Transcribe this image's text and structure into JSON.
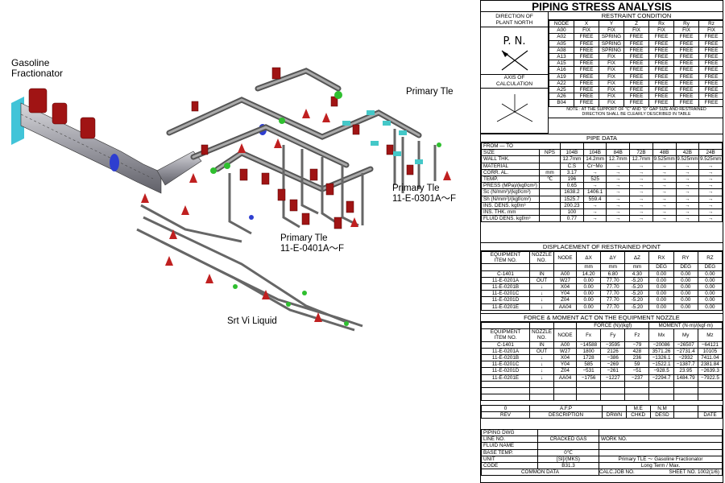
{
  "drawing": {
    "labels": {
      "gasoline": "Gasoline\nFractionator",
      "primary1": "Primary Tle",
      "primary2": "Primary Tle\n11-E-0301A～F",
      "primary3": "Primary Tle\n11-E-0401A～F",
      "srt": "Srt Vi Liquid"
    }
  },
  "sheet": {
    "title": "PIPING STRESS ANALYSIS",
    "direction_label": "DIRECTION OF\nPLANT NORTH",
    "pn": "P. N.",
    "axis_label": "AXIS OF\nCALCULATION",
    "restraint": {
      "title": "RESTRAINT CONDITION",
      "headers": [
        "NODE",
        "X",
        "Y",
        "Z",
        "Rx",
        "Ry",
        "Rz"
      ],
      "rows": [
        [
          "A00",
          "FIX",
          "FIX",
          "FIX",
          "FIX",
          "FIX",
          "FIX"
        ],
        [
          "A02",
          "FREE",
          "SPRING",
          "FREE",
          "FREE",
          "FREE",
          "FREE"
        ],
        [
          "A05",
          "FREE",
          "SPRING",
          "FREE",
          "FREE",
          "FREE",
          "FREE"
        ],
        [
          "A08",
          "FREE",
          "SPRING",
          "FREE",
          "FREE",
          "FREE",
          "FREE"
        ],
        [
          "A13",
          "FREE",
          "FIX",
          "FREE",
          "FREE",
          "FREE",
          "FREE"
        ],
        [
          "A15",
          "FREE",
          "FIX",
          "FREE",
          "FREE",
          "FREE",
          "FREE"
        ],
        [
          "A16",
          "FREE",
          "FIX",
          "FREE",
          "FREE",
          "FREE",
          "FREE"
        ],
        [
          "A19",
          "FREE",
          "FIX",
          "FREE",
          "FREE",
          "FREE",
          "FREE"
        ],
        [
          "A22",
          "FREE",
          "FIX",
          "FREE",
          "FREE",
          "FREE",
          "FREE"
        ],
        [
          "A25",
          "FREE",
          "FIX",
          "FREE",
          "FREE",
          "FREE",
          "FREE"
        ],
        [
          "A26",
          "FREE",
          "FIX",
          "FREE",
          "FREE",
          "FREE",
          "FREE"
        ],
        [
          "B04",
          "FREE",
          "FIX",
          "FREE",
          "FREE",
          "FREE",
          "FREE"
        ]
      ],
      "note": "NOTE : AT THE SUPPORT OF \"C\" AND \"D\" GAP SIZE AND RESTRAINED\nDIRECTION SHALL BE CLEARLY DESCRIBED IN TABLE"
    },
    "pipe": {
      "title": "PIPE DATA",
      "from_to": "FROM  —  TO",
      "rows": [
        [
          "SIZE",
          "NPS",
          "104B",
          "104B",
          "84B",
          "72B",
          "48B",
          "42B",
          "24B"
        ],
        [
          "WALL THK.",
          "",
          "12.7mm",
          "14.2mm",
          "12.7mm",
          "12.7mm",
          "9.525mm",
          "9.525mm",
          "9.525mm"
        ],
        [
          "MATERIAL",
          "",
          "C.S",
          "Cr−Mo",
          "→",
          "→",
          "→",
          "→",
          "→"
        ],
        [
          "CORR. AL.",
          "mm",
          "3.17",
          "→",
          "→",
          "→",
          "→",
          "→",
          "→"
        ],
        [
          "TEMP.",
          "℃",
          "196",
          "525",
          "→",
          "→",
          "→",
          "→",
          "→"
        ],
        [
          "PRESS (MPa)/(kgf/cm²)",
          "",
          "0.65",
          "→",
          "→",
          "→",
          "→",
          "→",
          "→"
        ],
        [
          "Sc (N/mm²)/(kgf/cm²)",
          "",
          "1638.2",
          "1406.1",
          "→",
          "→",
          "→",
          "→",
          "→"
        ],
        [
          "Sh (N/mm²)/(kgf/cm²)",
          "",
          "1525.7",
          "559.4",
          "→",
          "→",
          "→",
          "→",
          "→"
        ],
        [
          "INS. DENS. kgf/m³",
          "",
          "200.23",
          "→",
          "→",
          "→",
          "→",
          "→",
          "→"
        ],
        [
          "INS. THK. mm",
          "",
          "100",
          "→",
          "→",
          "→",
          "→",
          "→",
          "→"
        ],
        [
          "FLUID DENS. kgf/m³",
          "",
          "0.77",
          "→",
          "→",
          "→",
          "→",
          "→",
          "→"
        ]
      ]
    },
    "disp": {
      "title": "DISPLACEMENT OF RESTRAINED POINT",
      "h1": [
        "EQUIPMENT\nITEM NO.",
        "NOZZLE\nNO.",
        "NODE",
        "ΔX",
        "ΔY",
        "ΔZ",
        "RX",
        "RY",
        "RZ"
      ],
      "units": [
        "mm",
        "mm",
        "mm",
        "DEG",
        "DEG",
        "DEG"
      ],
      "rows": [
        [
          "C-1401",
          "IN",
          "A00",
          "14.20",
          "6.80",
          "4.30",
          "0.00",
          "0.00",
          "0.00"
        ],
        [
          "11-E-0201A",
          "OUT",
          "W27",
          "0.00",
          "77.70",
          "-5.20",
          "0.00",
          "0.00",
          "0.00"
        ],
        [
          "11-E-0201B",
          "↓",
          "X04",
          "0.00",
          "77.70",
          "-5.20",
          "0.00",
          "0.00",
          "0.00"
        ],
        [
          "11-E-0201C",
          "↓",
          "Y04",
          "0.00",
          "77.70",
          "-5.20",
          "0.00",
          "0.00",
          "0.00"
        ],
        [
          "11-E-0201D",
          "↓",
          "Z04",
          "0.00",
          "77.70",
          "-5.20",
          "0.00",
          "0.00",
          "0.00"
        ],
        [
          "11-E-0201E",
          "↓",
          "AA04",
          "0.00",
          "77.70",
          "-5.20",
          "0.00",
          "0.00",
          "0.00"
        ]
      ]
    },
    "force": {
      "title": "FORCE & MOMENT ACT ON THE EQUIPMENT NOZZLE",
      "force_hdr": "FORCE (N)/(kgf)",
      "moment_hdr": "MOMENT (N·m)/(kgf·m)",
      "h": [
        "EQUIPMENT\nITEM NO.",
        "NOZZLE\nNO.",
        "NODE",
        "Fx",
        "Fy",
        "Fz",
        "Mx",
        "My",
        "Mz"
      ],
      "rows": [
        [
          "C-1401",
          "IN",
          "A00",
          "−14588",
          "−3595",
          "−79",
          "−20086",
          "−26507",
          "−64121"
        ],
        [
          "11-E-0201A",
          "OUT",
          "W27",
          "1800",
          "2126",
          "428",
          "3571.26",
          "−2731.4",
          "10105"
        ],
        [
          "11-E-0201B",
          "↓",
          "X04",
          "1728",
          "−386",
          "236",
          "−1326.1",
          "−2932",
          "7411.04"
        ],
        [
          "11-E-0201C",
          "↓",
          "Y04",
          "585",
          "−269",
          "59",
          "−1522.1",
          "−1387.7",
          "2381.84"
        ],
        [
          "11-E-0201D",
          "↓",
          "Z04",
          "−531",
          "−261",
          "−51",
          "−928.5",
          "23.95",
          "−2639.3"
        ],
        [
          "11-E-0201E",
          "↓",
          "AA04",
          "−1756",
          "−1227",
          "−237",
          "−2294.7",
          "1484.79",
          "−7922.5"
        ]
      ]
    },
    "rev": {
      "row": [
        "0",
        "A.F.P",
        "",
        "M.E",
        "N.M",
        "",
        ""
      ],
      "hdr": [
        "REV",
        "DESCRIPTION",
        "DRWN",
        "CHKD",
        "DESD",
        "",
        "DATE"
      ]
    },
    "common": {
      "rows": [
        [
          "PIPING DWG",
          ""
        ],
        [
          "LINE NO.",
          "CRACKED GAS"
        ],
        [
          "FLUID NAME",
          ""
        ],
        [
          "BASE TEMP.",
          "0℃"
        ],
        [
          "UNIT",
          "[SI]/(MKS)"
        ],
        [
          "CODE",
          "B31.3"
        ]
      ],
      "work_no": "WORK NO.",
      "desc1": "Primary TLE ～ Gasoline Fractionator",
      "desc2": "Long Term / Max.",
      "footer_left": "COMMON DATA",
      "footer_mid": "CALC.JOB NO.",
      "footer_right": "SHEET NO. 1002(1/6)"
    }
  }
}
